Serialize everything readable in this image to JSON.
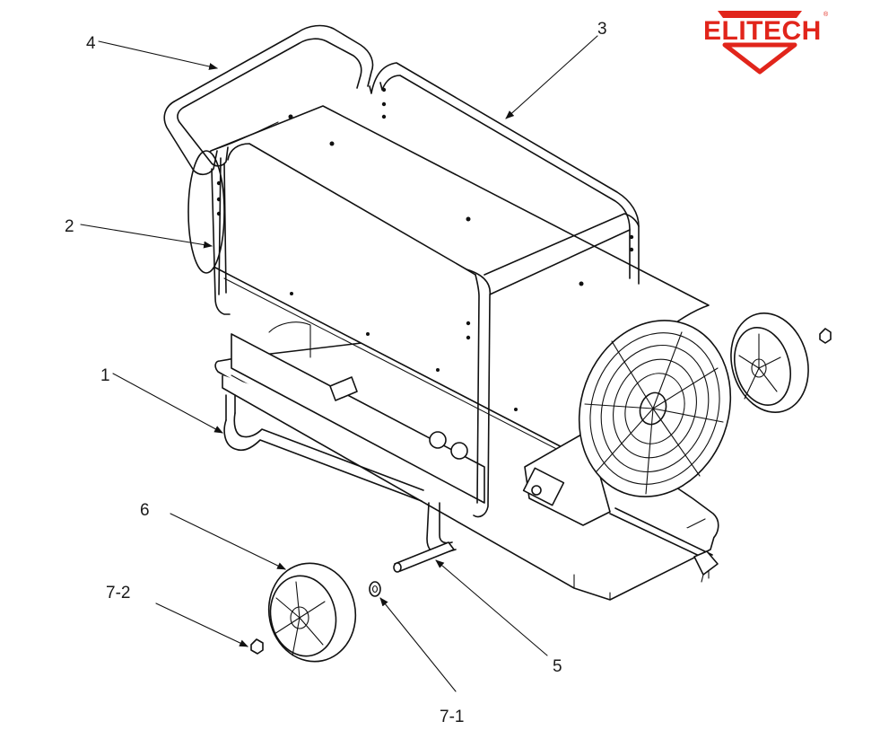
{
  "logo": {
    "text": "ELITECH",
    "reg_mark": "®",
    "color": "#e1251b"
  },
  "callouts": [
    {
      "id": "c1",
      "label": "1"
    },
    {
      "id": "c2",
      "label": "2"
    },
    {
      "id": "c3",
      "label": "3"
    },
    {
      "id": "c4",
      "label": "4"
    },
    {
      "id": "c5",
      "label": "5"
    },
    {
      "id": "c6",
      "label": "6"
    },
    {
      "id": "c7-1",
      "label": "7-1"
    },
    {
      "id": "c7-2",
      "label": "7-2"
    }
  ]
}
